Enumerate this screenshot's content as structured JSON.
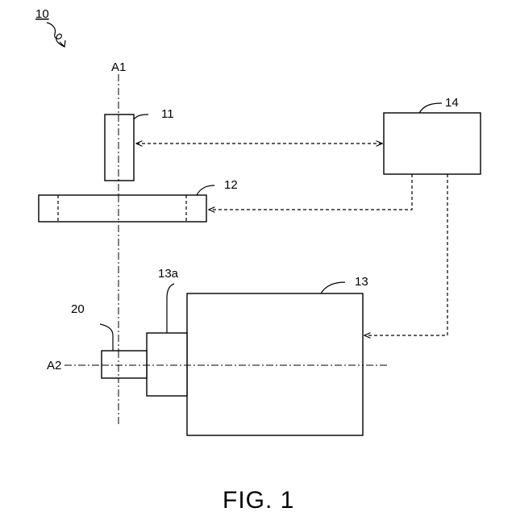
{
  "labels": {
    "system": "10",
    "axis_a1": "A1",
    "axis_a2": "A2",
    "part_11": "11",
    "part_12": "12",
    "part_13": "13",
    "part_13a": "13a",
    "part_14": "14",
    "part_20": "20"
  },
  "caption": "FIG. 1"
}
